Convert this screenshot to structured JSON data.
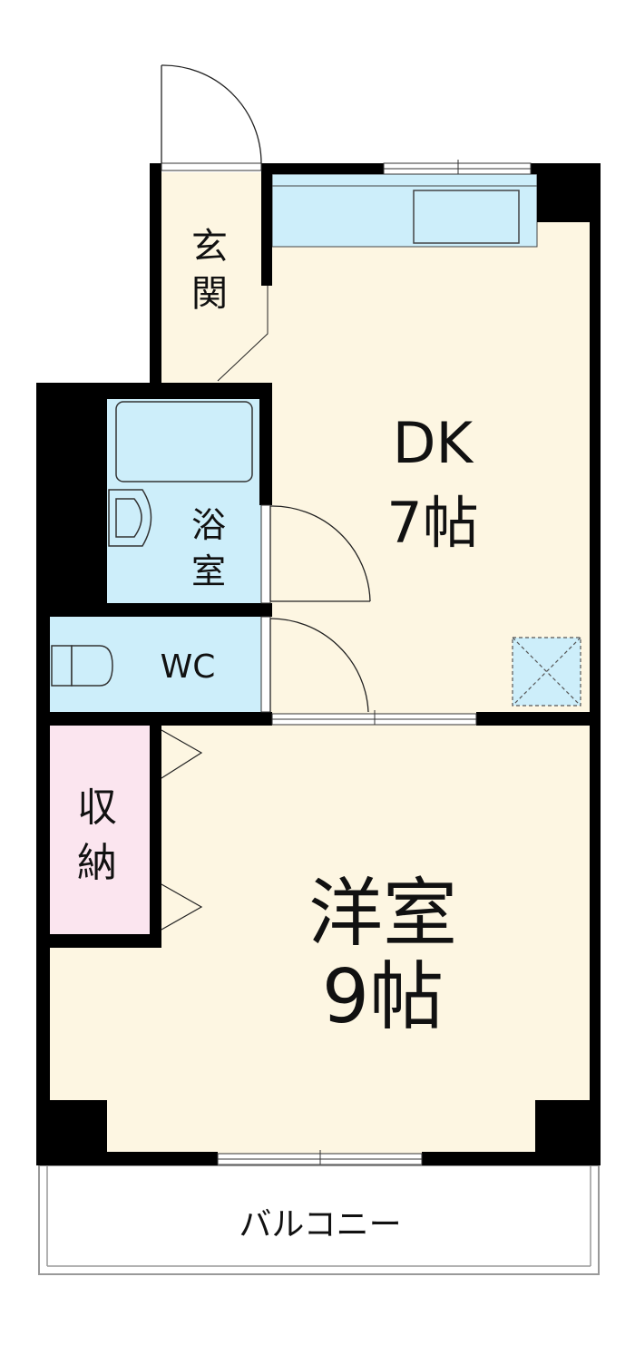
{
  "rooms": {
    "entrance": {
      "label_top": "玄",
      "label_bottom": "関"
    },
    "dk": {
      "name": "DK",
      "size": "7帖"
    },
    "bath": {
      "label_top": "浴",
      "label_bottom": "室"
    },
    "wc": {
      "label": "WC"
    },
    "storage": {
      "label_top": "収",
      "label_bottom": "納"
    },
    "western": {
      "name": "洋室",
      "size": "9帖"
    },
    "balcony": {
      "label": "バルコニー"
    }
  },
  "colors": {
    "floor": "#fdf6e2",
    "wet_area": "#cdeefa",
    "storage": "#fbe5ef",
    "wall": "#000000"
  }
}
